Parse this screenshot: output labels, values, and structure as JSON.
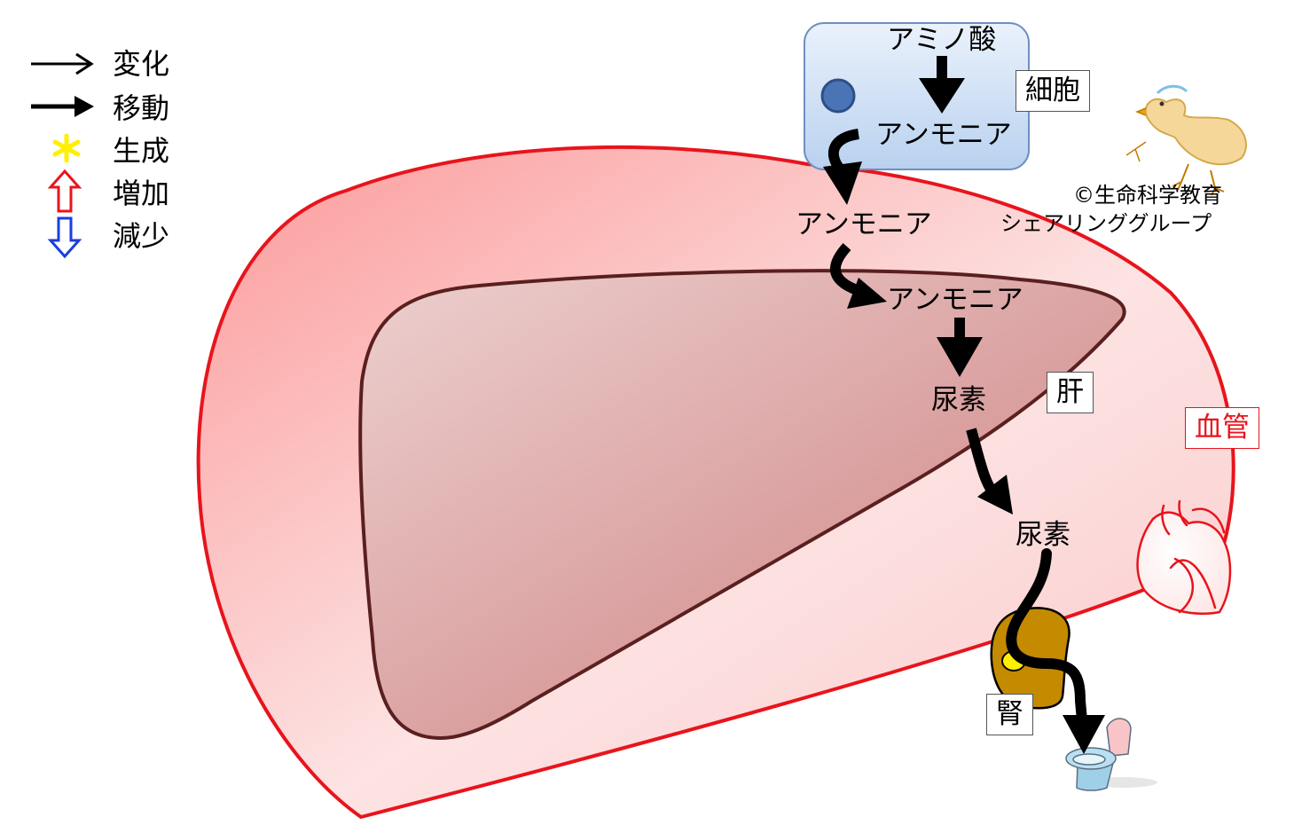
{
  "legend": [
    {
      "icon": "thin-arrow-icon",
      "label": "変化"
    },
    {
      "icon": "bold-arrow-icon",
      "label": "移動"
    },
    {
      "icon": "asterisk-icon",
      "label": "生成"
    },
    {
      "icon": "up-arrow-outline-icon",
      "label": "増加"
    },
    {
      "icon": "down-arrow-outline-icon",
      "label": "減少"
    }
  ],
  "cell": {
    "box_label": "細胞",
    "amino_acid": "アミノ酸",
    "ammonia": "アンモニア"
  },
  "blood": {
    "ammonia": "アンモニア",
    "urea": "尿素",
    "box_label": "血管"
  },
  "liver": {
    "ammonia": "アンモニア",
    "urea": "尿素",
    "box_label": "肝"
  },
  "kidney": {
    "box_label": "腎"
  },
  "credit": {
    "line1": "©生命科学教育",
    "line2": "シェアリンググループ"
  },
  "colors": {
    "vessel_outline": "#e8141c",
    "vessel_fill": "#fcd3d3",
    "liver_outline": "#5a1f1f",
    "liver_fill": "#d89c9c",
    "cell_fill": "#c8dcf4",
    "cell_border": "#6f8fc0",
    "nucleus": "#4a74b6",
    "kidney": "#c48a00",
    "asterisk": "#ffef00",
    "increase": "#e8141c",
    "decrease": "#1a3ee0",
    "blood_label": "#e8141c"
  }
}
